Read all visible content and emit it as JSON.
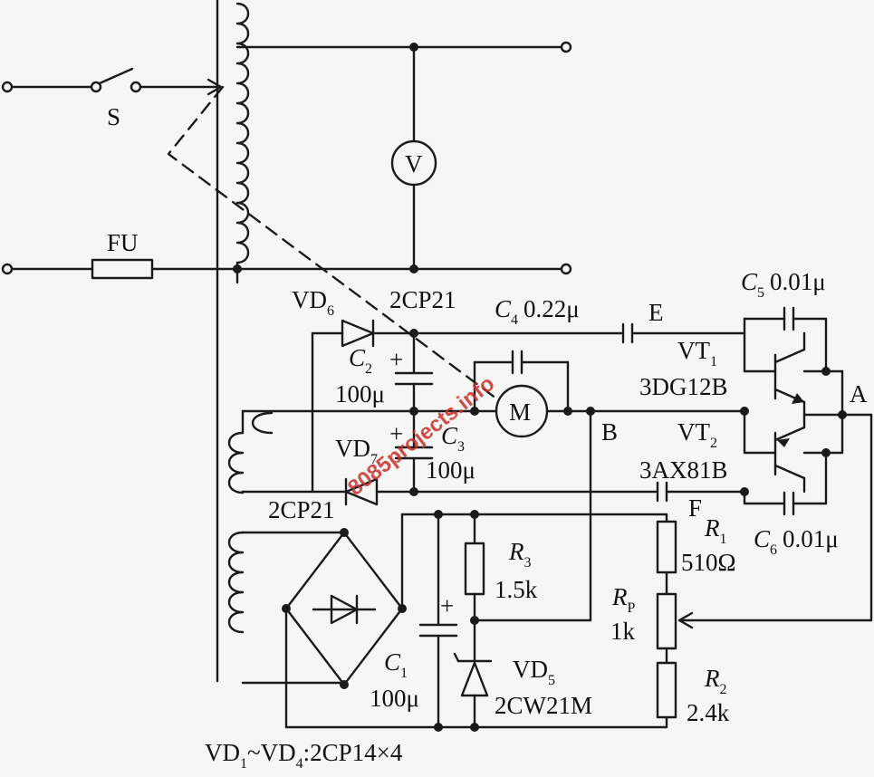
{
  "labels": {
    "S": "S",
    "FU": "FU",
    "V": "V",
    "M": "M",
    "A": "A",
    "B": "B",
    "E": "E",
    "F": "F",
    "VD6": "VD",
    "VD6_sub": "6",
    "VD7": "VD",
    "VD7_sub": "7",
    "VD6_type": "2CP21",
    "VD7_type": "2CP21",
    "C2": "C",
    "C2_sub": "2",
    "C2_val": "100μ",
    "C3": "C",
    "C3_sub": "3",
    "C3_val": "100μ",
    "C4": "C",
    "C4_sub": "4",
    "C4_val": "0.22μ",
    "C5": "C",
    "C5_sub": "5",
    "C5_val": "0.01μ",
    "C6": "C",
    "C6_sub": "6",
    "C6_val": "0.01μ",
    "C1": "C",
    "C1_sub": "1",
    "C1_val": "100μ",
    "VT1": "VT",
    "VT1_sub": "1",
    "VT1_type": "3DG12B",
    "VT2": "VT",
    "VT2_sub": "2",
    "VT2_type": "3AX81B",
    "R1": "R",
    "R1_sub": "1",
    "R1_val": "510Ω",
    "Rp": "R",
    "Rp_sub": "P",
    "Rp_val": "1k",
    "R2": "R",
    "R2_sub": "2",
    "R2_val": "2.4k",
    "R3": "R",
    "R3_sub": "3",
    "R3_val": "1.5k",
    "VD5": "VD",
    "VD5_sub": "5",
    "VD5_type": "2CW21M",
    "bridge_a": "VD",
    "bridge_a_sub": "1",
    "bridge_b": "~VD",
    "bridge_b_sub": "4",
    "bridge_c": ":2CP14×4",
    "plus": "+"
  },
  "watermark": "8085projects.info"
}
